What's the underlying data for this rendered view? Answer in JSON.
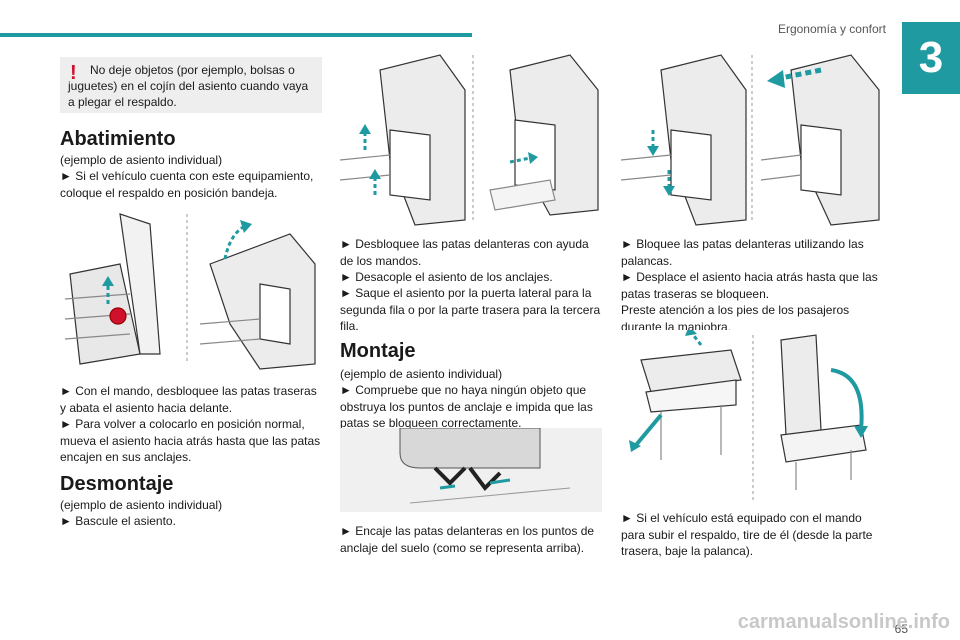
{
  "header": {
    "title": "Ergonomía y confort",
    "chapter_number": "3"
  },
  "warning": {
    "mark": "!",
    "text": "No deje objetos (por ejemplo, bolsas o juguetes) en el cojín del asiento cuando vaya a plegar el respaldo."
  },
  "sections": {
    "abatimiento": {
      "title": "Abatimiento",
      "intro": "(ejemplo de asiento individual)",
      "step1": "► Si el vehículo cuenta con este equipamiento, coloque el respaldo en posición bandeja.",
      "step2": "► Con el mando, desbloquee las patas traseras y abata el asiento hacia delante.",
      "step3": "► Para volver a colocarlo en posición normal, mueva el asiento hacia atrás hasta que las patas encajen en sus anclajes."
    },
    "desmontaje": {
      "title": "Desmontaje",
      "intro": "(ejemplo de asiento individual)",
      "step1": "► Bascule el asiento.",
      "step2": "► Desbloquee las patas delanteras con ayuda de los mandos.",
      "step3": "► Desacople el asiento de los anclajes.",
      "step4": "► Saque el asiento por la puerta lateral para la segunda fila o por la parte trasera para la tercera fila."
    },
    "montaje": {
      "title": "Montaje",
      "intro": "(ejemplo de asiento individual)",
      "step1": "► Compruebe que no haya ningún objeto que obstruya los puntos de anclaje e impida que las patas se bloqueen correctamente.",
      "step2": "► Encaje las patas delanteras en los puntos de anclaje del suelo (como se representa arriba).",
      "step3": "► Bloquee las patas delanteras utilizando las palancas.",
      "step4": "► Desplace el asiento hacia atrás hasta que las patas traseras se bloqueen.",
      "note": "Preste atención a los pies de los pasajeros durante la maniobra.",
      "step5": "► Si el vehículo está equipado con el mando para subir el respaldo, tire de él (desde la parte trasera, baje la palanca)."
    }
  },
  "footer": {
    "page_number": "65",
    "watermark": "carmanualsonline.info"
  },
  "colors": {
    "accent": "#1e9aa0",
    "warning_red": "#d0112b",
    "warning_bg": "#eeeeee"
  }
}
